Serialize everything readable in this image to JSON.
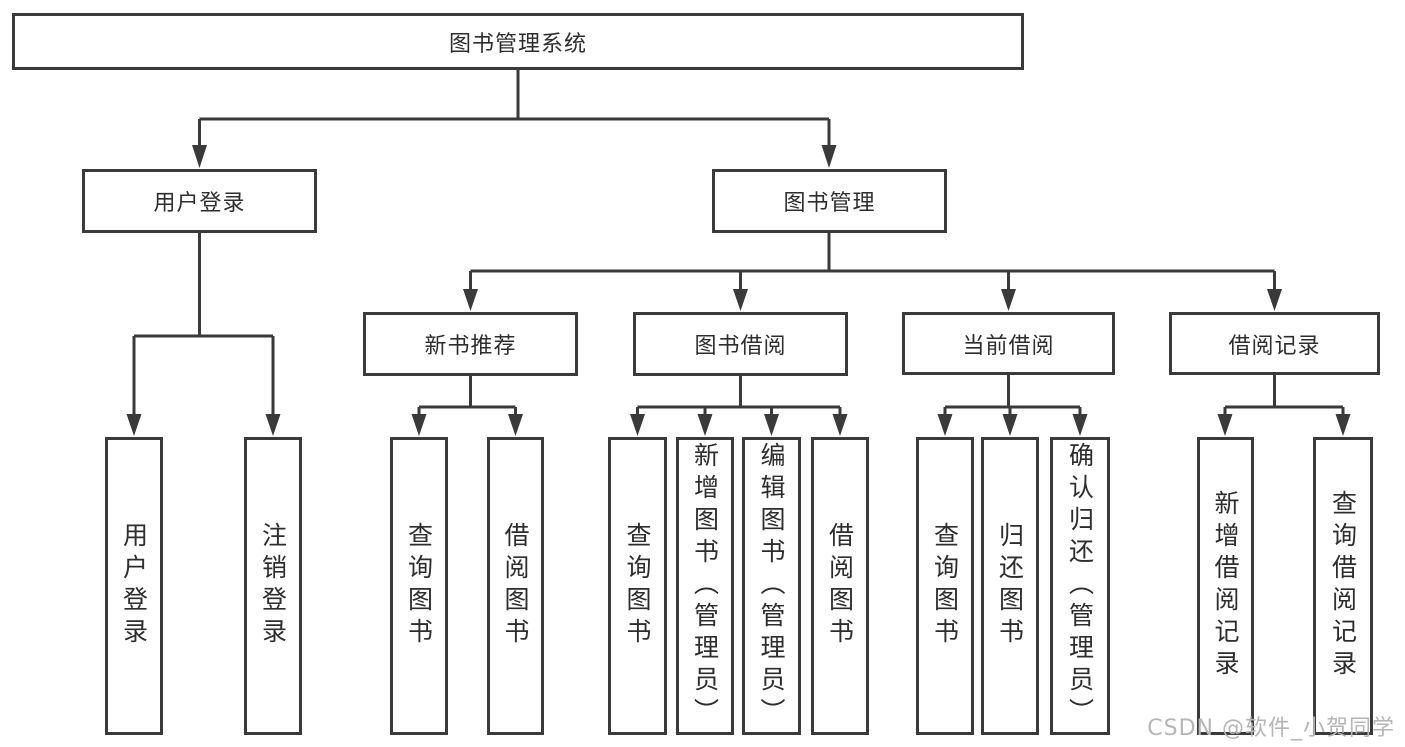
{
  "tree": {
    "label": "图书管理系统",
    "children": [
      {
        "label": "用户登录",
        "children": [
          {
            "label": "用户登录"
          },
          {
            "label": "注销登录"
          }
        ]
      },
      {
        "label": "图书管理",
        "children": [
          {
            "label": "新书推荐",
            "children": [
              {
                "label": "查询图书"
              },
              {
                "label": "借阅图书"
              }
            ]
          },
          {
            "label": "图书借阅",
            "children": [
              {
                "label": "查询图书"
              },
              {
                "label": "新增图书（管理员）"
              },
              {
                "label": "编辑图书（管理员）"
              },
              {
                "label": "借阅图书"
              }
            ]
          },
          {
            "label": "当前借阅",
            "children": [
              {
                "label": "查询图书"
              },
              {
                "label": "归还图书"
              },
              {
                "label": "确认归还（管理员）"
              }
            ]
          },
          {
            "label": "借阅记录",
            "children": [
              {
                "label": "新增借阅记录"
              },
              {
                "label": "查询借阅记录"
              }
            ]
          }
        ]
      }
    ]
  },
  "watermark": {
    "text": "CSDN @软件_小贺同学"
  },
  "colors": {
    "line": "#3a3a3a",
    "text": "#2d2d2d",
    "background": "#ffffff",
    "watermark": "#b5b5b5"
  }
}
